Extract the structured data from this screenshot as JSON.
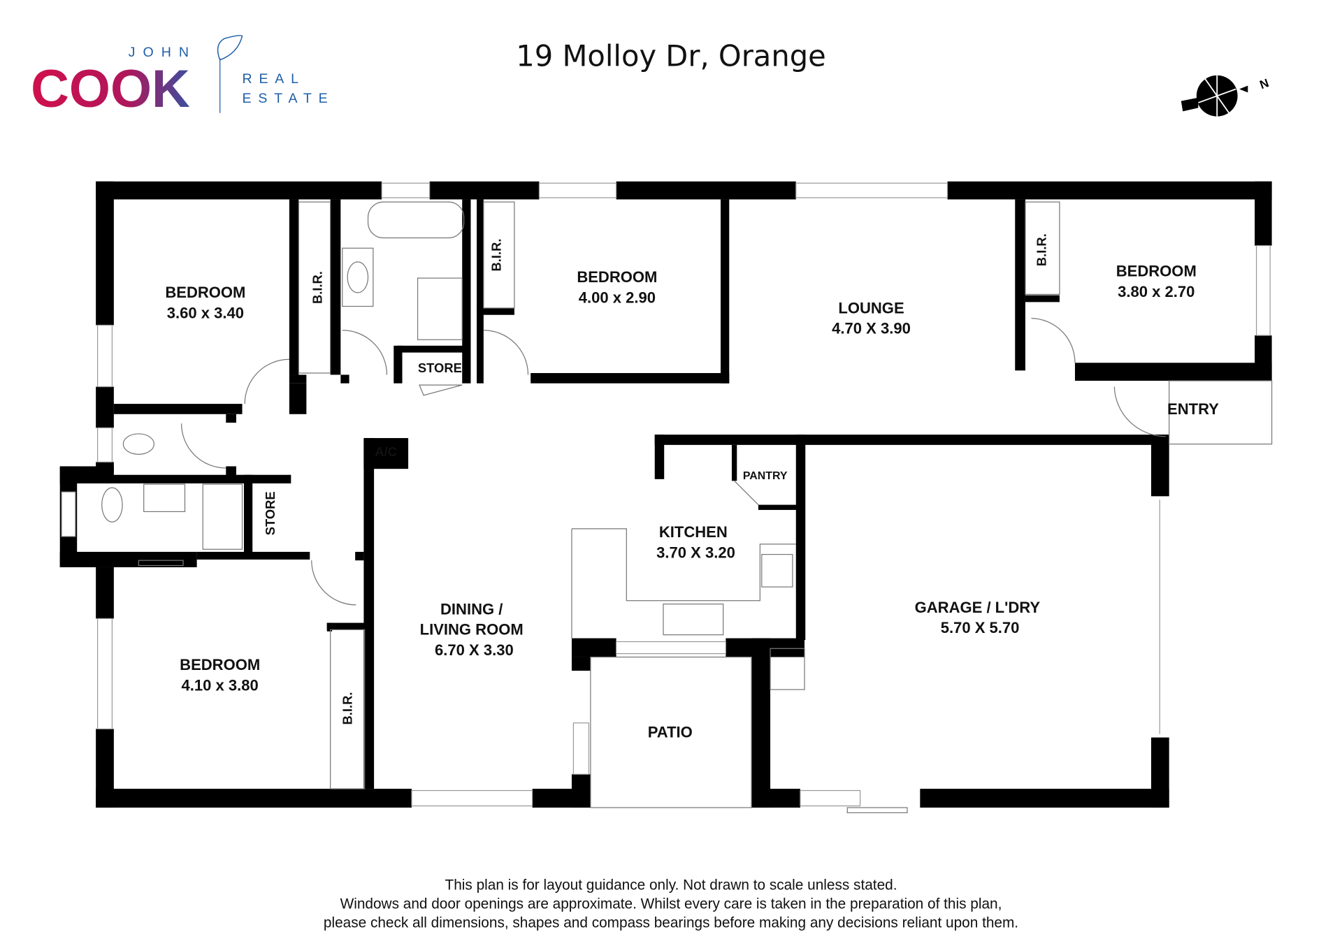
{
  "title": "19 Molloy Dr, Orange",
  "logo": {
    "line1": "JOHN",
    "line2": "COOK",
    "line3": "REAL",
    "line4": "ESTATE",
    "gradient": [
      "#d0104c",
      "#7a3a8c",
      "#1f5fa8"
    ]
  },
  "compass": {
    "label": "N"
  },
  "rooms": [
    {
      "name": "BEDROOM",
      "dims": "3.60 x 3.40"
    },
    {
      "name": "BEDROOM",
      "dims": "4.00 x 2.90"
    },
    {
      "name": "LOUNGE",
      "dims": "4.70 X 3.90"
    },
    {
      "name": "BEDROOM",
      "dims": "3.80 x 2.70"
    },
    {
      "name": "KITCHEN",
      "dims": "3.70 X 3.20"
    },
    {
      "name": "GARAGE / L'DRY",
      "dims": "5.70 X 5.70"
    },
    {
      "name": "BEDROOM",
      "dims": "4.10 x 3.80"
    },
    {
      "name": "DINING /",
      "name2": "LIVING ROOM",
      "dims": "6.70 X 3.30"
    }
  ],
  "small_labels": {
    "bir": "B.I.R.",
    "store": "STORE",
    "ac": "A/C",
    "pantry": "PANTRY",
    "entry": "ENTRY",
    "patio": "PATIO"
  },
  "footer": [
    "This plan is for layout guidance only. Not drawn to scale unless stated.",
    "Windows and door openings are approximate. Whilst every care is taken in the preparation of this plan,",
    "please check all dimensions, shapes and compass bearings before making any decisions reliant upon them."
  ]
}
